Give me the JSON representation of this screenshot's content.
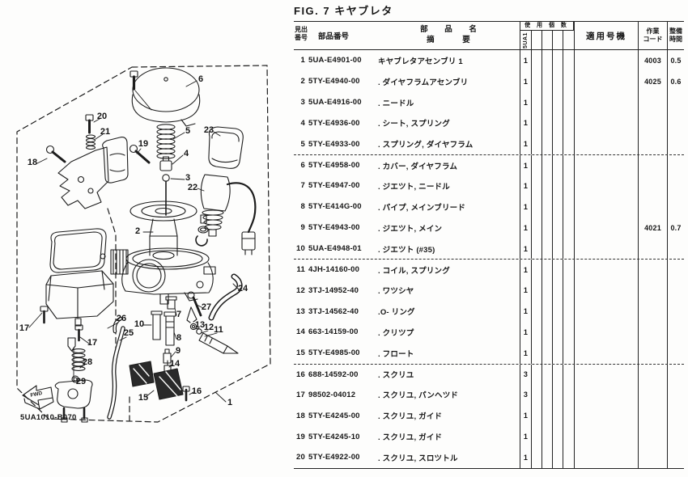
{
  "figure": {
    "title": "FIG. 7 キヤブレタ",
    "drawing_number": "5UA1010-B070",
    "fwd_label": "FWD",
    "callouts": [
      "6",
      "20",
      "21",
      "19",
      "18",
      "5",
      "23",
      "4",
      "3",
      "22",
      "2",
      "24",
      "27",
      "7",
      "26",
      "10",
      "13",
      "12",
      "11",
      "25",
      "17",
      "8",
      "17",
      "9",
      "28",
      "14",
      "29",
      "15",
      "16",
      "1"
    ]
  },
  "table": {
    "headers": {
      "item_l1": "見出",
      "item_l2": "番号",
      "part_number": "部品番号",
      "name_l1": "部 品 名",
      "name_l2": "摘 要",
      "qty_group": "使 用 個 数",
      "qty_sub_model": "5UA1",
      "applicable_model": "適用号機",
      "code_l1": "作業",
      "code_l2": "コード",
      "time_l1": "整備",
      "time_l2": "時間"
    },
    "rows": [
      {
        "no": "1",
        "part": "5UA-E4901-00",
        "desc": "キヤブレタアセンブリ 1",
        "qty": "1",
        "code": "4003",
        "time": "0.5"
      },
      {
        "no": "2",
        "part": "5TY-E4940-00",
        "desc": ". ダイヤフラムアセンブリ",
        "qty": "1",
        "code": "4025",
        "time": "0.6"
      },
      {
        "no": "3",
        "part": "5UA-E4916-00",
        "desc": ". ニードル",
        "qty": "1",
        "code": "",
        "time": ""
      },
      {
        "no": "4",
        "part": "5TY-E4936-00",
        "desc": ". シート, スプリング",
        "qty": "1",
        "code": "",
        "time": ""
      },
      {
        "no": "5",
        "part": "5TY-E4933-00",
        "desc": ". スプリング, ダイヤフラム",
        "qty": "1",
        "code": "",
        "time": ""
      },
      {
        "no": "6",
        "part": "5TY-E4958-00",
        "desc": ". カバー, ダイヤフラム",
        "qty": "1",
        "code": "",
        "time": ""
      },
      {
        "no": "7",
        "part": "5TY-E4947-00",
        "desc": ". ジエツト, ニードル",
        "qty": "1",
        "code": "",
        "time": ""
      },
      {
        "no": "8",
        "part": "5TY-E414G-00",
        "desc": ". パイプ, メインブリード",
        "qty": "1",
        "code": "",
        "time": ""
      },
      {
        "no": "9",
        "part": "5TY-E4943-00",
        "desc": ". ジエツト, メイン",
        "qty": "1",
        "code": "4021",
        "time": "0.7"
      },
      {
        "no": "10",
        "part": "5UA-E4948-01",
        "desc": ". ジエツト (#35)",
        "qty": "1",
        "code": "",
        "time": ""
      },
      {
        "no": "11",
        "part": "4JH-14160-00",
        "desc": ". コイル, スプリング",
        "qty": "1",
        "code": "",
        "time": ""
      },
      {
        "no": "12",
        "part": "3TJ-14952-40",
        "desc": ". ワツシヤ",
        "qty": "1",
        "code": "",
        "time": ""
      },
      {
        "no": "13",
        "part": "3TJ-14562-40",
        "desc": ".O- リング",
        "qty": "1",
        "code": "",
        "time": ""
      },
      {
        "no": "14",
        "part": "663-14159-00",
        "desc": ". クリツプ",
        "qty": "1",
        "code": "",
        "time": ""
      },
      {
        "no": "15",
        "part": "5TY-E4985-00",
        "desc": ". フロート",
        "qty": "1",
        "code": "",
        "time": ""
      },
      {
        "no": "16",
        "part": "688-14592-00",
        "desc": ". スクリユ",
        "qty": "3",
        "code": "",
        "time": ""
      },
      {
        "no": "17",
        "part": "98502-04012",
        "desc": ". スクリユ, パンヘツド",
        "qty": "3",
        "code": "",
        "time": ""
      },
      {
        "no": "18",
        "part": "5TY-E4245-00",
        "desc": ". スクリユ, ガイド",
        "qty": "1",
        "code": "",
        "time": ""
      },
      {
        "no": "19",
        "part": "5TY-E4245-10",
        "desc": ". スクリユ, ガイド",
        "qty": "1",
        "code": "",
        "time": ""
      },
      {
        "no": "20",
        "part": "5TY-E4922-00",
        "desc": ". スクリユ, スロツトル",
        "qty": "1",
        "code": "",
        "time": ""
      }
    ]
  }
}
